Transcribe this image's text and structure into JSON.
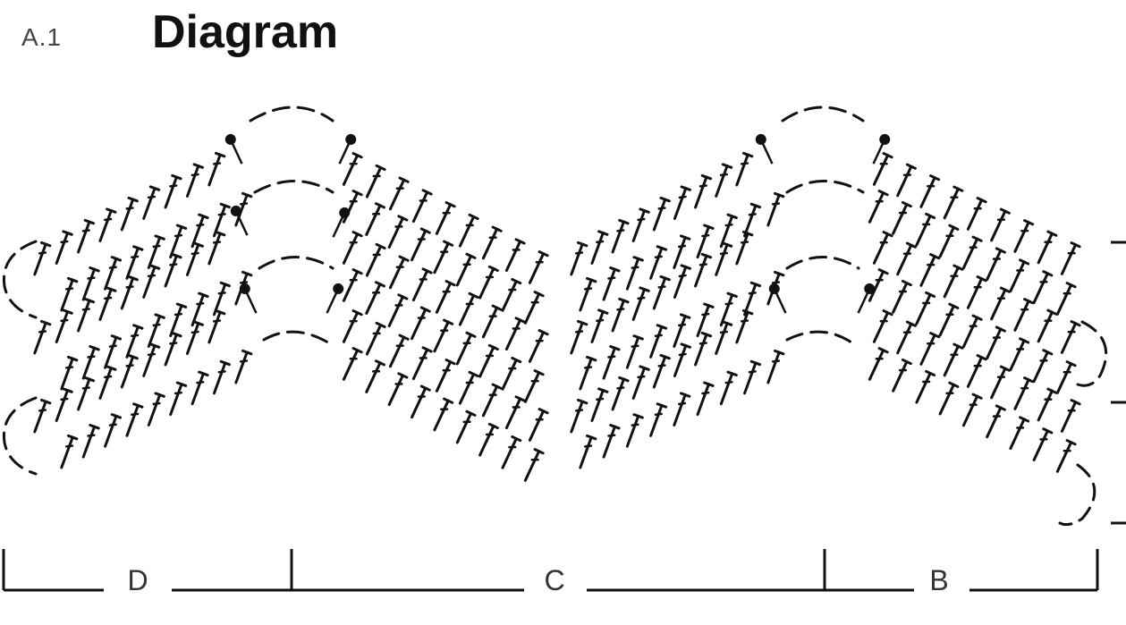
{
  "figure_label": "A.1",
  "heading": "Diagram",
  "sections": [
    {
      "label": "D"
    },
    {
      "label": "C"
    },
    {
      "label": "B"
    }
  ],
  "colors": {
    "ink": "#111111",
    "label": "#333333",
    "background": "#ffffff"
  },
  "symbols": [
    "double-crochet-stitch",
    "slip-stitch-dot",
    "chain-stitch-dash"
  ]
}
